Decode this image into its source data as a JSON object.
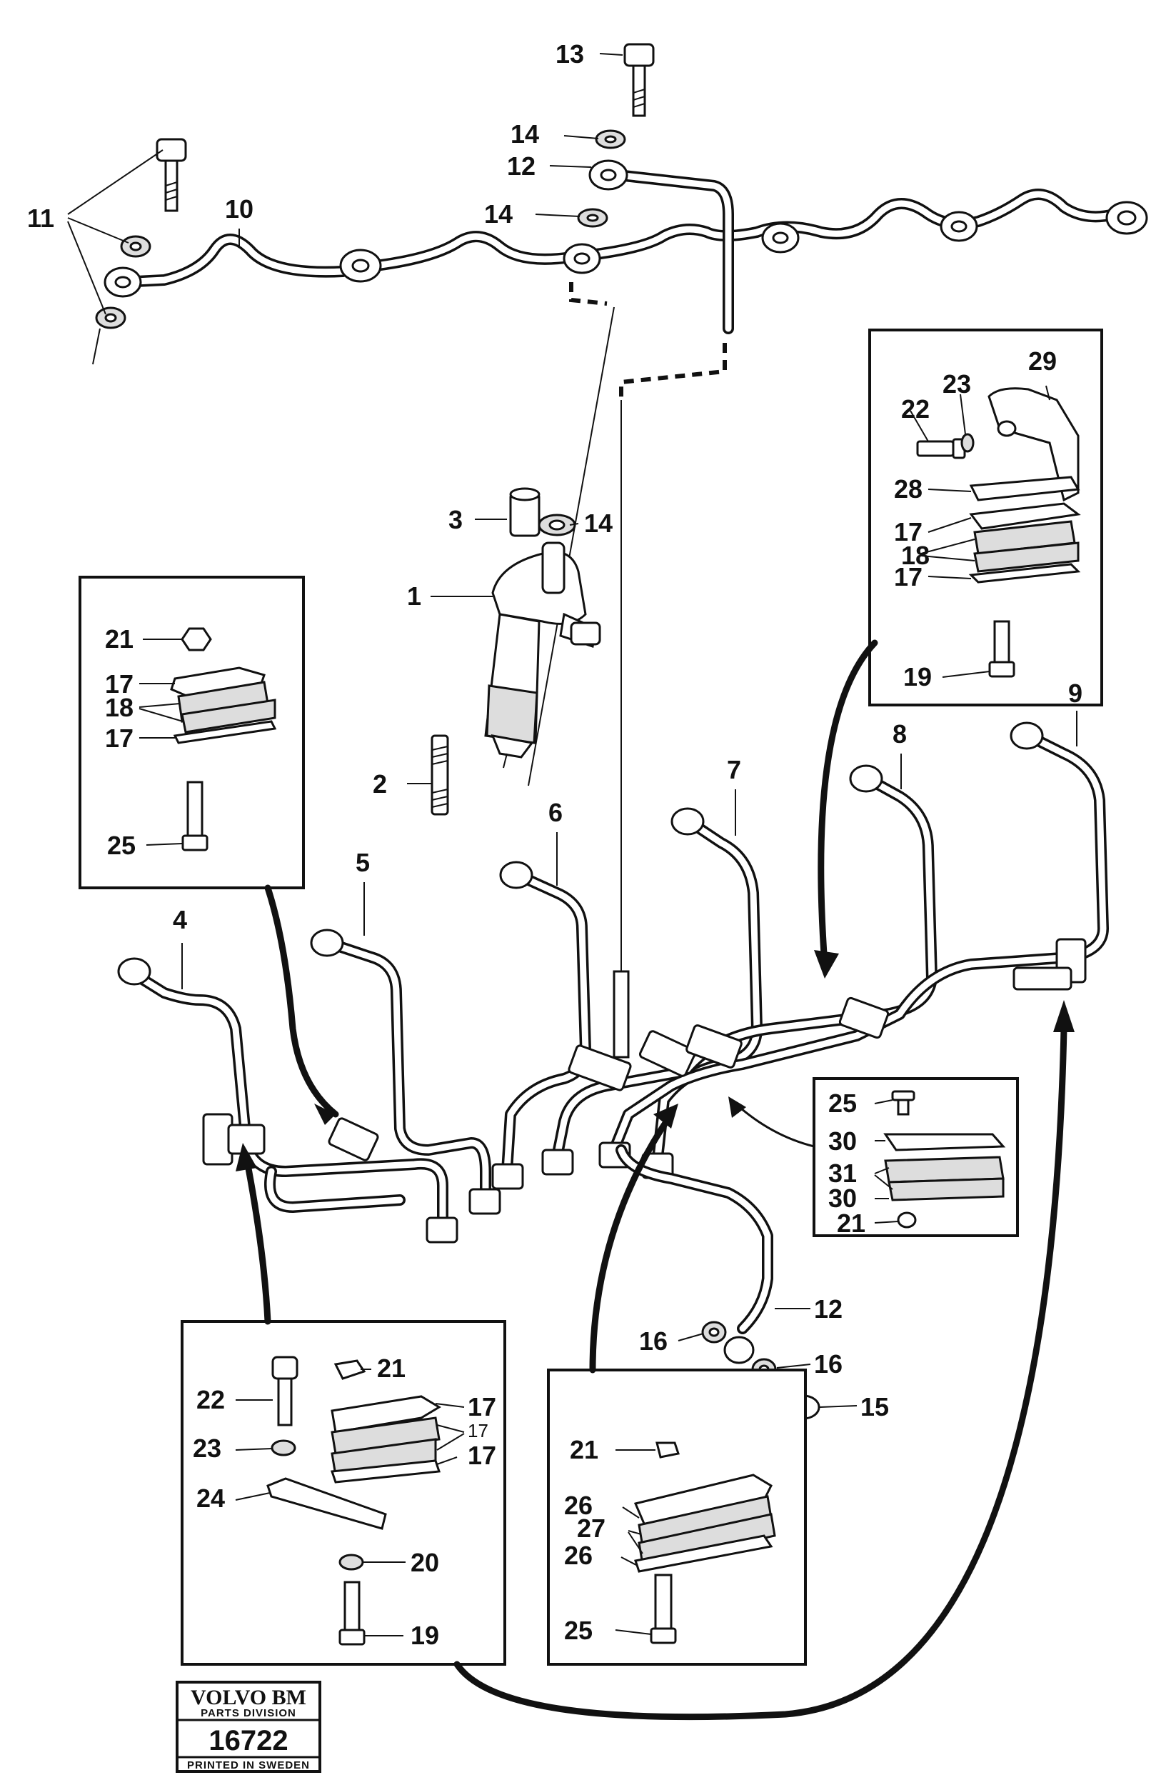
{
  "callouts": {
    "c1": "1",
    "c2": "2",
    "c3": "3",
    "c4": "4",
    "c5": "5",
    "c6": "6",
    "c7": "7",
    "c8": "8",
    "c9": "9",
    "c10": "10",
    "c11": "11",
    "c12a": "12",
    "c12b": "12",
    "c13": "13",
    "c14a": "14",
    "c14b": "14",
    "c14c": "14",
    "c15": "15",
    "c16a": "16",
    "c16b": "16",
    "box1_21": "21",
    "box1_17a": "17",
    "box1_18": "18",
    "box1_17b": "17",
    "box1_25": "25",
    "box2_29": "29",
    "box2_23": "23",
    "box2_22": "22",
    "box2_28": "28",
    "box2_17a": "17",
    "box2_18": "18",
    "box2_17b": "17",
    "box2_19": "19",
    "box3_25": "25",
    "box3_30a": "30",
    "box3_31": "31",
    "box3_30b": "30",
    "box3_21": "21",
    "box4_22": "22",
    "box4_21": "21",
    "box4_17a": "17",
    "box4_17b": "17",
    "box4_17c": "17",
    "box4_23": "23",
    "box4_24": "24",
    "box4_20": "20",
    "box4_19": "19",
    "box5_21": "21",
    "box5_26a": "26",
    "box5_27": "27",
    "box5_26b": "26",
    "box5_25": "25"
  },
  "stamp": {
    "brand": "VOLVO BM",
    "division": "PARTS DIVISION",
    "number": "16722",
    "origin": "PRINTED IN SWEDEN"
  }
}
